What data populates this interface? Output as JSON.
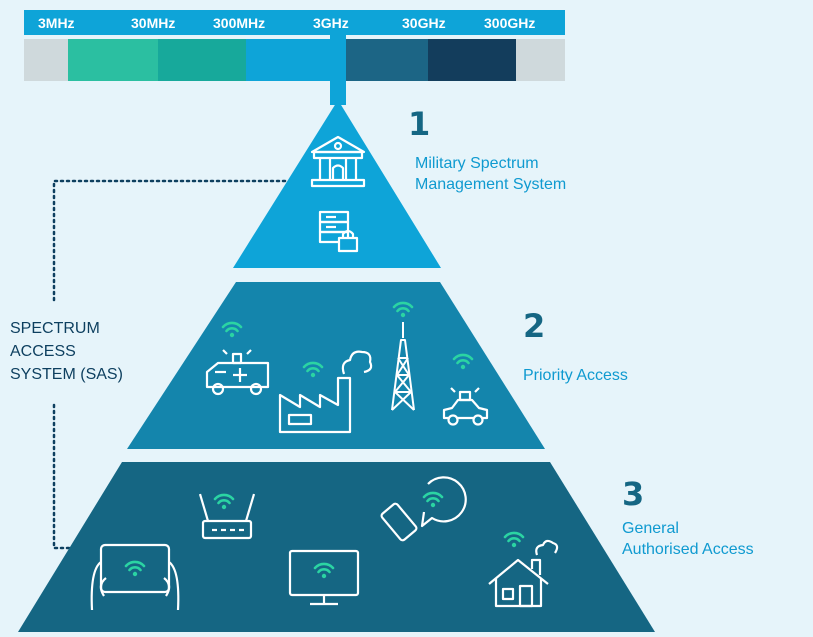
{
  "frequency_bar": {
    "labels": [
      "3MHz",
      "30MHz",
      "300MHz",
      "3GHz",
      "30GHz",
      "300GHz"
    ],
    "band_colors": [
      "#cfd9dc",
      "#2bbfa1",
      "#17a99b",
      "#0ea4d8",
      "#1c6585",
      "#133d5c",
      "#cfd9dc"
    ]
  },
  "tiers": [
    {
      "number": "1",
      "label_lines": [
        "Military Spectrum",
        "Management System"
      ],
      "color": "#0ea4d8"
    },
    {
      "number": "2",
      "label_lines": [
        "Priority Access"
      ],
      "color": "#1485ac"
    },
    {
      "number": "3",
      "label_lines": [
        "General",
        "Authorised Access"
      ],
      "color": "#156683"
    }
  ],
  "sas_label_lines": [
    "SPECTRUM",
    "ACCESS",
    "SYSTEM (SAS)"
  ],
  "colors": {
    "background": "#e6f4fa",
    "bar": "#0ea4d8",
    "accent_green": "#2bd4a3",
    "sas_text": "#0d3f5f"
  }
}
